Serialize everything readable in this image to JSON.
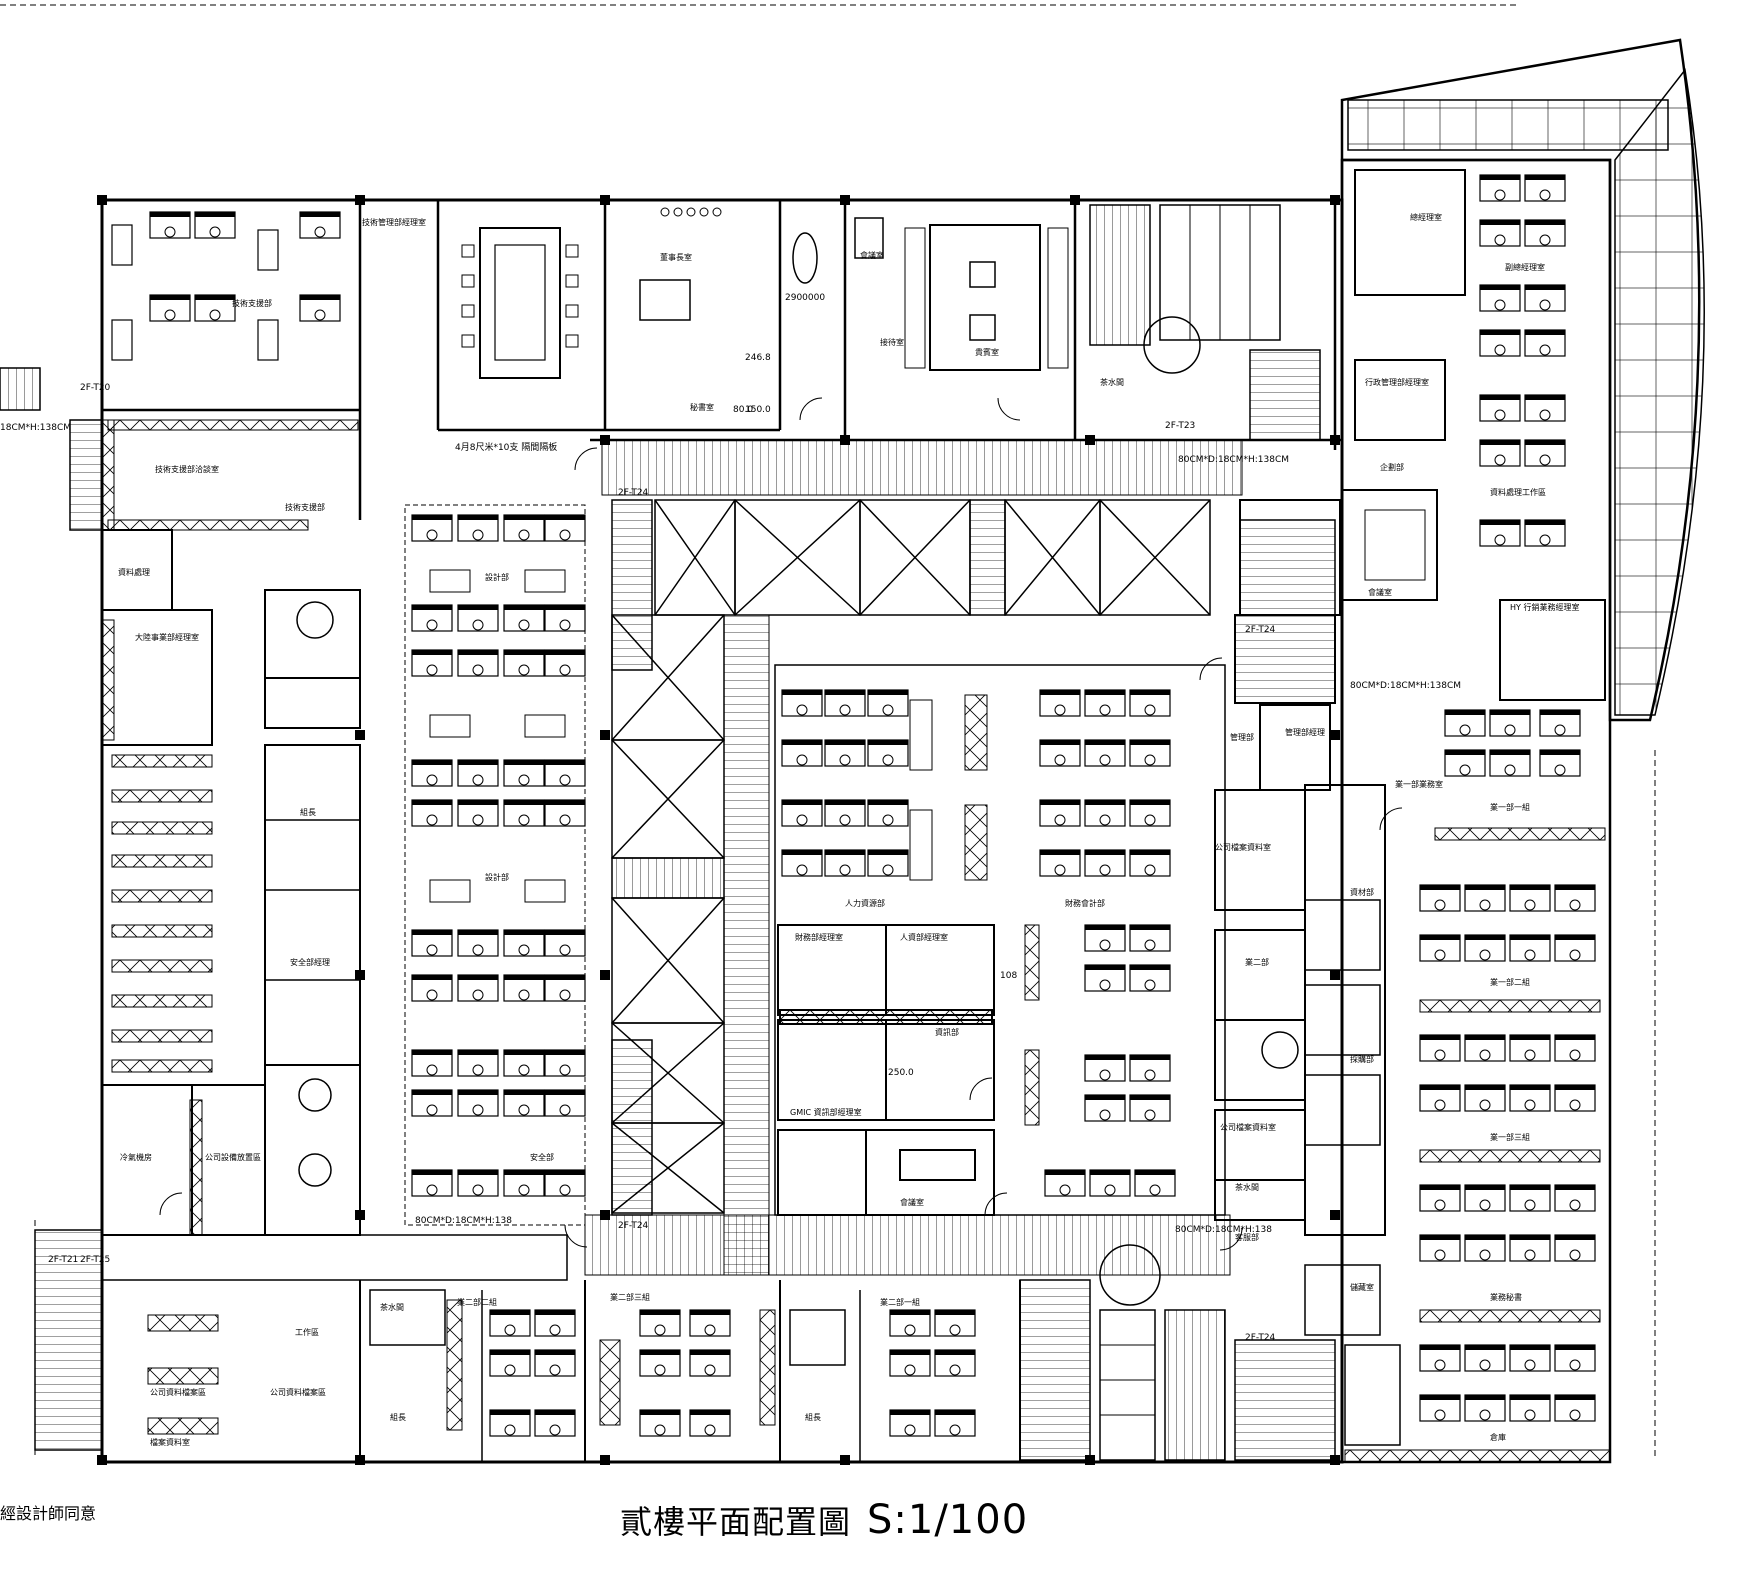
{
  "drawing": {
    "title": "貳樓平面配置圖",
    "scale": "S:1/100",
    "corner_note": "經設計師同意",
    "dimension_notes": {
      "left_edge": "18CM*H:138CM",
      "top_center": "4月8尺米*10支 隔間隔板",
      "mid_left": "80CM*D:18CM*H:138",
      "right_upper": "80CM*D:18CM*H:138CM",
      "right_mid": "80CM*D:18CM*H:138CM",
      "center_bottom": "80CM*D:18CM*H:138"
    },
    "stairs": [
      "2F-T24",
      "2F-T24",
      "2F-T24",
      "2F-T24",
      "2F-T21",
      "2F-T25",
      "2F-T20",
      "2F-T23"
    ],
    "dimensions": [
      "246.8",
      "150.0",
      "80.0",
      "2900000",
      "108",
      "250.0"
    ]
  },
  "rooms": {
    "top_left_office": "技術支援部",
    "tech_director": "技術管理部經理室",
    "tech_meeting": "技術支援部洽談室",
    "tech_room": "技術支援部",
    "left_small": "資料處理",
    "left_manager": "大陸事業部經理室",
    "board_room": "董事長室",
    "secretary": "秘書室",
    "meeting_top": "會議室",
    "recept": "接待室",
    "vip": "貴賓室",
    "tea": "茶水間",
    "manager_top": "總經理室",
    "right_exec": "副總經理室",
    "right_office": "企劃部",
    "right_ops": "行政管理部經理室",
    "right_work": "資料處理工作區",
    "meeting_right": "會議室",
    "hy": "HY 行銷業務經理室",
    "sales1": "業一部業務室",
    "sales_group": "業一部一組",
    "sales_group2": "業一部二組",
    "sales_group3": "業一部三組",
    "sales_sec": "業務秘書",
    "proc": "資材部",
    "proc2": "採購部",
    "stock": "倉庫",
    "hr": "人力資源部",
    "fin": "財務會計部",
    "finance_mgr": "財務部經理室",
    "hr_mgr": "人資部經理室",
    "gmic": "GMIC 資訊部經理室",
    "it": "資訊部",
    "meeting_mid": "會議室",
    "admin1": "管理部",
    "admin_mgr": "管理部經理",
    "tea2": "茶水間",
    "tea3": "茶水間",
    "doc": "公司檔案資料室",
    "doc2": "公司檔案資料室",
    "sec_mgr": "安全部經理",
    "design": "設計部",
    "design2": "設計部",
    "security": "安全部",
    "cold": "冷氣機房",
    "equip": "公司設備放置區",
    "bottom_left1": "公司資料檔案區",
    "bottom_left2": "公司資料檔案區",
    "bottom_left3": "檔案資料室",
    "work_area": "工作區",
    "mgr": "組長",
    "dept2": "業二部二組",
    "dept2b": "業二部三組",
    "dept2c": "業二部一組",
    "lead": "組長",
    "lead2": "組長",
    "office_right": "業二部",
    "warehouse": "儲藏室",
    "cust": "客服部"
  }
}
